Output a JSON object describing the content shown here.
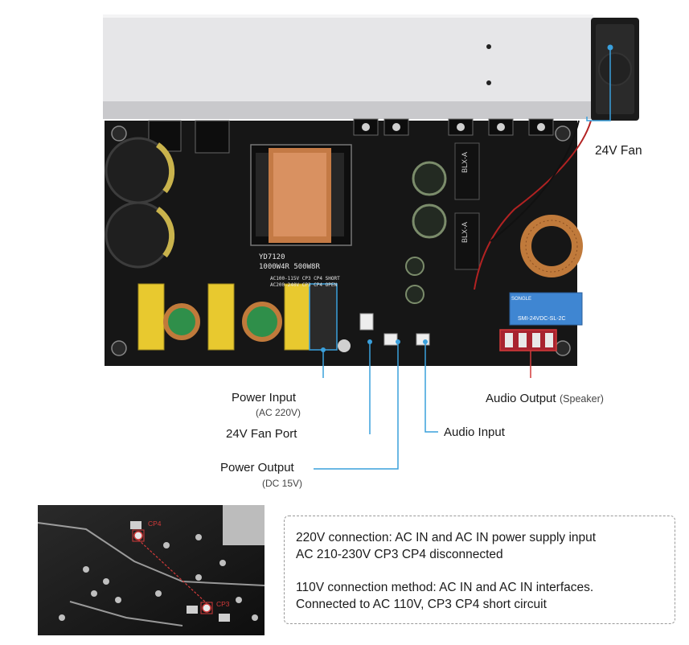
{
  "board": {
    "model_text": "YD7120",
    "power_text": "1000W4R  500W8R",
    "ac_note_1": "AC100-115V  CP3 CP4 SHORT",
    "ac_note_2": "AC200-240V  CP3 CP4 OPEN",
    "relay_text": "SMI-24VDC-SL-2C",
    "relay_brand": "SONGLE",
    "inductor_text": "BLX-A"
  },
  "callouts": {
    "fan": "24V Fan",
    "power_input": "Power Input",
    "power_input_sub": "(AC 220V)",
    "fan_port": "24V Fan Port",
    "power_output": "Power Output",
    "power_output_sub": "(DC 15V)",
    "audio_input": "Audio Input",
    "audio_output": "Audio Output",
    "audio_output_sub": "(Speaker)"
  },
  "inset": {
    "cp4_label": "CP4",
    "cp3_label": "CP3"
  },
  "note": {
    "line_220_1": "220V connection: AC IN and AC IN power supply input",
    "line_220_2": "AC 210-230V CP3 CP4 disconnected",
    "line_110_1": "110V connection method: AC IN and AC IN interfaces.",
    "line_110_2": "Connected to AC 110V, CP3 CP4 short circuit"
  },
  "colors": {
    "pcb": "#161616",
    "heatsink": "#e4e4e6",
    "blue_callout": "#3aa0dc",
    "red_callout": "#d23a3a"
  }
}
